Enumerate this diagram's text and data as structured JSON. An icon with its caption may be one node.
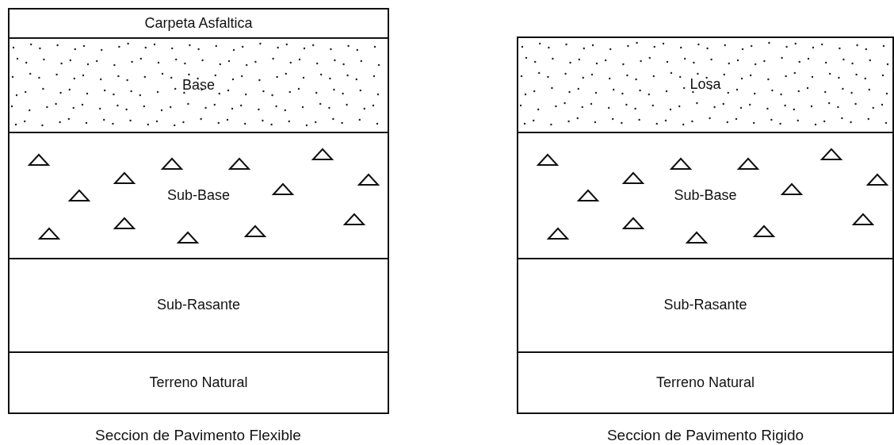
{
  "diagram": {
    "nodes": [
      {
        "text": [
          "Carpeta Asfaltica"
        ]
      },
      {
        "text": [
          "Base"
        ]
      },
      {
        "text": [
          "Sub-Base"
        ]
      },
      {
        "text": [
          "Sub-Rasante"
        ]
      },
      {
        "text": [
          "Terreno Natural"
        ]
      },
      {
        "text": [
          "Losa"
        ]
      },
      {
        "text": [
          "Sub-Base"
        ]
      },
      {
        "text": [
          "Sub-Rasante"
        ]
      },
      {
        "text": [
          "Terreno Natural"
        ]
      }
    ],
    "edges": [],
    "labels": [
      "Seccion de Pavimento Flexible",
      "Seccion de Pavimento Rigido"
    ]
  }
}
